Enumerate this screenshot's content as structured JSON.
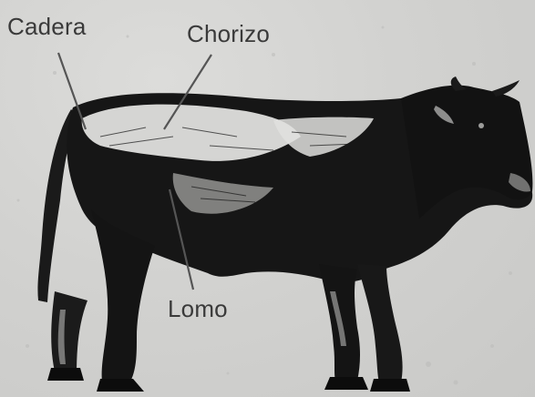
{
  "labels": {
    "cadera": "Cadera",
    "chorizo": "Chorizo",
    "lomo": "Lomo"
  },
  "colors": {
    "background": "#d4d4d2",
    "ink": "#111111",
    "leader_line": "#555555",
    "label_text": "#3a3a3a"
  },
  "illustration": "engraved-bull"
}
